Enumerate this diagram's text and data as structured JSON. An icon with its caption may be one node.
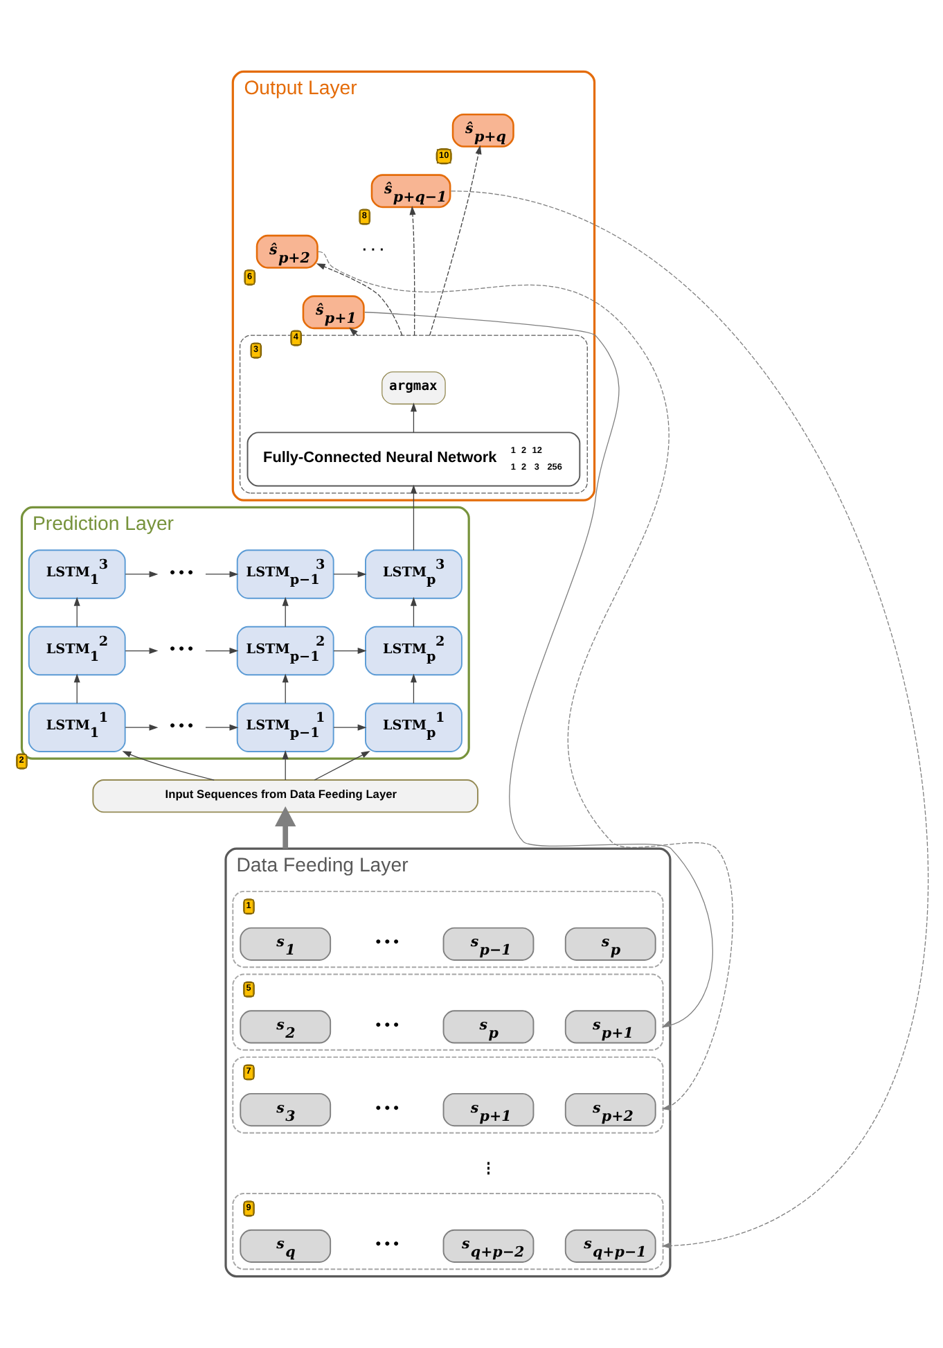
{
  "diagram": {
    "nodes": [
      {
        "text": [
          "Output Layer"
        ]
      },
      {
        "text": [
          "ŝ$_{p+1}$"
        ],
        "in": 0,
        "beside": [
          "4"
        ]
      },
      {
        "text": [
          "ŝ$_{p+2}$"
        ],
        "in": 0,
        "beside": [
          "6"
        ]
      },
      {
        "text": [
          "ŝ$_{p+q−1}$"
        ],
        "in": 0,
        "beside": [
          "8"
        ]
      },
      {
        "text": [
          "ŝ$_{p+q}$"
        ],
        "in": 0,
        "beside": [
          "10"
        ]
      },
      {
        "text": [],
        "shape": "box",
        "in": 0,
        "beside": [
          "3"
        ]
      },
      {
        "text": [
          "argmax"
        ],
        "in": 5
      },
      {
        "text": [
          "Fully-Connected Neural Network"
        ],
        "in": 5
      },
      {
        "text": [
          "Prediction Layer"
        ]
      },
      {
        "text": [
          "LSTM$_{1}$$^{3}$"
        ],
        "in": 8
      },
      {
        "text": [
          "• • •"
        ],
        "in": 8
      },
      {
        "text": [
          "LSTM$_{p−1}$$^{3}$"
        ],
        "in": 8
      },
      {
        "text": [
          "LSTM$_{p}$$^{3}$"
        ],
        "in": 8
      },
      {
        "text": [
          "LSTM$_{1}$$^{2}$"
        ],
        "in": 8
      },
      {
        "text": [
          "• • •"
        ],
        "in": 8
      },
      {
        "text": [
          "LSTM$_{p−1}$$^{2}$"
        ],
        "in": 8
      },
      {
        "text": [
          "LSTM$_{p}$$^{2}$"
        ],
        "in": 8
      },
      {
        "text": [
          "LSTM$_{1}$$^{1}$"
        ],
        "in": 8,
        "beside": [
          "2"
        ]
      },
      {
        "text": [
          "• • •"
        ],
        "in": 8
      },
      {
        "text": [
          "LSTM$_{p−1}$$^{1}$"
        ],
        "in": 8
      },
      {
        "text": [
          "LSTM$_{p}$$^{1}$"
        ],
        "in": 8
      },
      {
        "text": [
          "Input Sequences from Data Feeding Layer"
        ]
      },
      {
        "text": [
          "Data Feeding Layer"
        ]
      },
      {
        "text": [],
        "shape": "box",
        "in": 22,
        "beside": [
          "1"
        ]
      },
      {
        "text": [
          "s$_{1}$"
        ],
        "in": 23
      },
      {
        "text": [
          "s$_{p−1}$"
        ],
        "in": 23
      },
      {
        "text": [
          "s$_{p}$"
        ],
        "in": 23
      },
      {
        "text": [],
        "shape": "box",
        "in": 22,
        "beside": [
          "5"
        ]
      },
      {
        "text": [
          "s$_{2}$"
        ],
        "in": 27
      },
      {
        "text": [
          "s$_{p}$"
        ],
        "in": 27
      },
      {
        "text": [
          "s$_{p+1}$"
        ],
        "in": 27
      },
      {
        "text": [],
        "shape": "box",
        "in": 22,
        "beside": [
          "7"
        ]
      },
      {
        "text": [
          "s$_{3}$"
        ],
        "in": 31
      },
      {
        "text": [
          "s$_{p+1}$"
        ],
        "in": 31
      },
      {
        "text": [
          "s$_{p+2}$"
        ],
        "in": 31
      },
      {
        "text": [],
        "shape": "box",
        "in": 22,
        "beside": [
          "9"
        ]
      },
      {
        "text": [
          "s$_{q}$"
        ],
        "in": 35
      },
      {
        "text": [
          "s$_{q+p−2}$"
        ],
        "in": 35
      },
      {
        "text": [
          "s$_{q+p−1}$"
        ],
        "in": 35
      }
    ],
    "edges": [
      {
        "from": 5,
        "to": 1,
        "arrow": "to"
      },
      {
        "from": 5,
        "to": 2,
        "arrow": "to",
        "style": "dashed"
      },
      {
        "from": 5,
        "to": 3,
        "arrow": "to",
        "style": "dashed"
      },
      {
        "from": 5,
        "to": 4,
        "arrow": "to",
        "style": "dashed"
      },
      {
        "from": 7,
        "to": 6,
        "arrow": "to"
      },
      {
        "from": 12,
        "to": 7,
        "arrow": "to"
      },
      {
        "from": 9,
        "to": 10,
        "arrow": "to"
      },
      {
        "from": 10,
        "to": 11,
        "arrow": "to"
      },
      {
        "from": 11,
        "to": 12,
        "arrow": "to"
      },
      {
        "from": 13,
        "to": 9,
        "arrow": "to"
      },
      {
        "from": 15,
        "to": 11,
        "arrow": "to"
      },
      {
        "from": 16,
        "to": 12,
        "arrow": "to"
      },
      {
        "from": 13,
        "to": 14,
        "arrow": "to"
      },
      {
        "from": 14,
        "to": 15,
        "arrow": "to"
      },
      {
        "from": 15,
        "to": 16,
        "arrow": "to"
      },
      {
        "from": 17,
        "to": 13,
        "arrow": "to"
      },
      {
        "from": 19,
        "to": 15,
        "arrow": "to"
      },
      {
        "from": 20,
        "to": 16,
        "arrow": "to"
      },
      {
        "from": 17,
        "to": 18,
        "arrow": "to"
      },
      {
        "from": 18,
        "to": 19,
        "arrow": "to"
      },
      {
        "from": 19,
        "to": 20,
        "arrow": "to"
      },
      {
        "from": 21,
        "to": 17,
        "arrow": "to"
      },
      {
        "from": 21,
        "to": 19,
        "arrow": "to"
      },
      {
        "from": 21,
        "to": 20,
        "arrow": "to"
      },
      {
        "from": 22,
        "to": 21,
        "arrow": "to",
        "style": "thick",
        "color": "#7f7f7f"
      },
      {
        "from": 1,
        "to": 27,
        "arrow": "to",
        "color": "#7f7f7f"
      },
      {
        "from": 2,
        "to": 31,
        "arrow": "to",
        "style": "dashed",
        "color": "#7f7f7f"
      },
      {
        "from": 3,
        "to": 35,
        "arrow": "to",
        "style": "dashed",
        "color": "#7f7f7f"
      }
    ],
    "labels": [
      "· · ·",
      "1",
      "2",
      "12",
      "1",
      "2",
      "3",
      "256",
      "• • •",
      "• • •",
      "• • •",
      "⋮",
      "• • •"
    ]
  }
}
